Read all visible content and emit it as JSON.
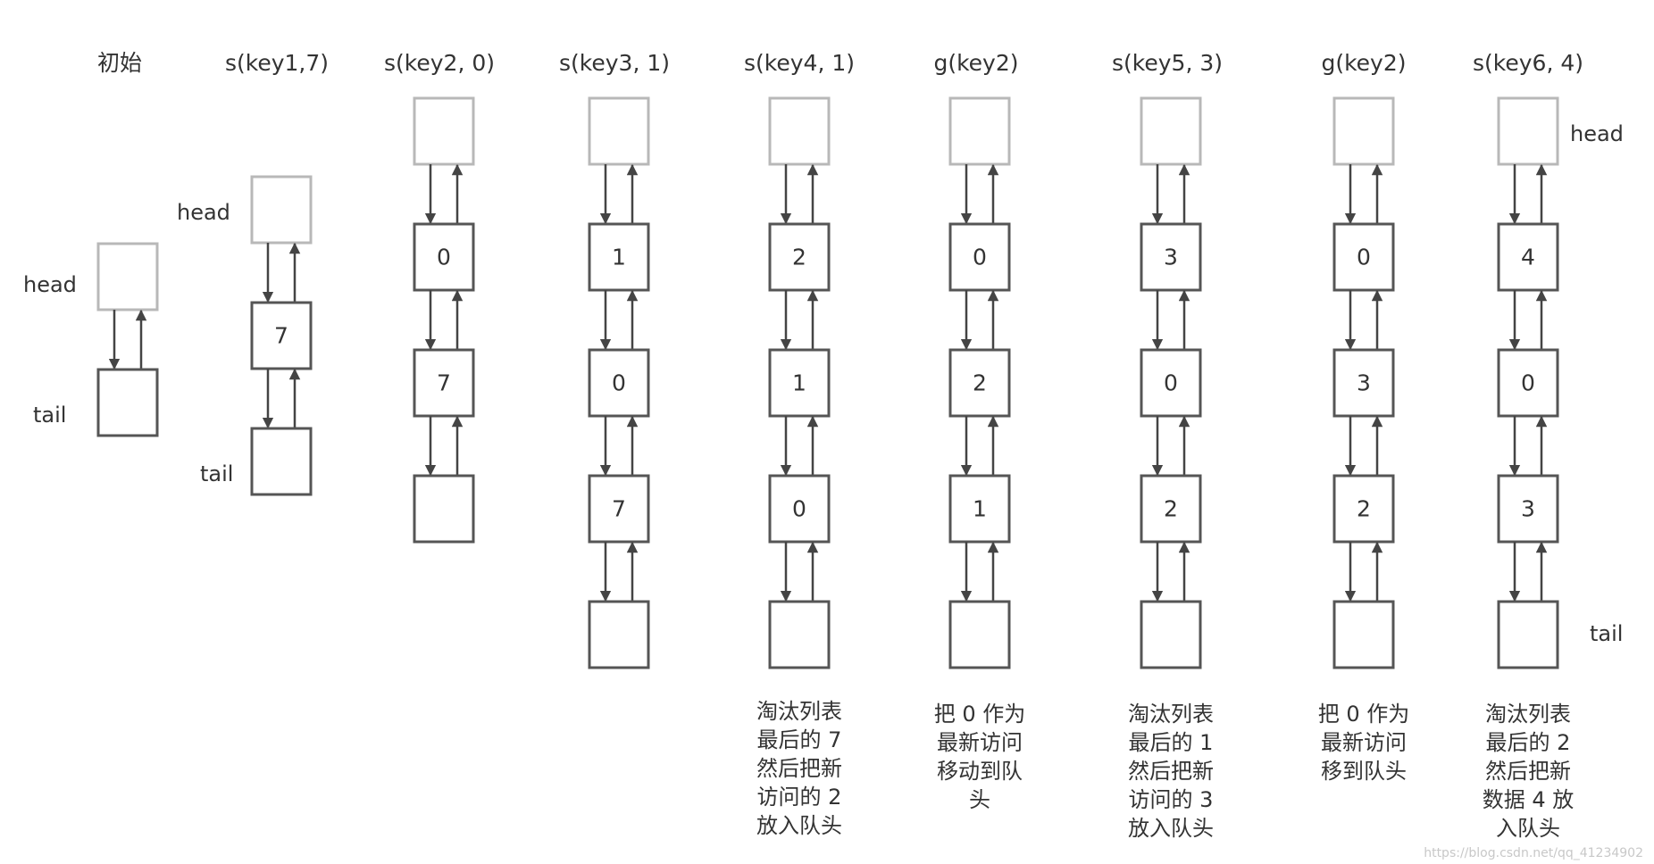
{
  "columns": [
    {
      "op": "初始",
      "values": [],
      "labels": {
        "head": "head",
        "tail": "tail"
      },
      "note": []
    },
    {
      "op": "s(key1,7)",
      "values": [
        "7"
      ],
      "labels": {
        "head": "head",
        "tail": "tail"
      },
      "note": []
    },
    {
      "op": "s(key2, 0)",
      "values": [
        "0",
        "7"
      ],
      "labels": {},
      "note": []
    },
    {
      "op": "s(key3, 1)",
      "values": [
        "1",
        "0",
        "7"
      ],
      "labels": {},
      "note": []
    },
    {
      "op": "s(key4, 1)",
      "values": [
        "2",
        "1",
        "0"
      ],
      "labels": {},
      "note": [
        "淘汰列表",
        "最后的 7",
        "然后把新",
        "访问的 2",
        "放入队头"
      ]
    },
    {
      "op": "g(key2)",
      "values": [
        "0",
        "2",
        "1"
      ],
      "labels": {},
      "note": [
        "把 0 作为",
        "最新访问",
        "移动到队",
        "头"
      ]
    },
    {
      "op": "s(key5, 3)",
      "values": [
        "3",
        "0",
        "2"
      ],
      "labels": {},
      "note": [
        "淘汰列表",
        "最后的 1",
        "然后把新",
        "访问的 3",
        "放入队头"
      ]
    },
    {
      "op": "g(key2)",
      "values": [
        "0",
        "3",
        "2"
      ],
      "labels": {},
      "note": [
        "把 0 作为",
        "最新访问",
        "移到队头"
      ]
    },
    {
      "op": "s(key6, 4)",
      "values": [
        "4",
        "0",
        "3"
      ],
      "labels": {
        "head": "head",
        "tail": "tail"
      },
      "note": [
        "淘汰列表",
        "最后的 2",
        "然后把新",
        "数据 4 放",
        "入队头"
      ]
    }
  ],
  "watermark": "https://blog.csdn.net/qq_41234902"
}
